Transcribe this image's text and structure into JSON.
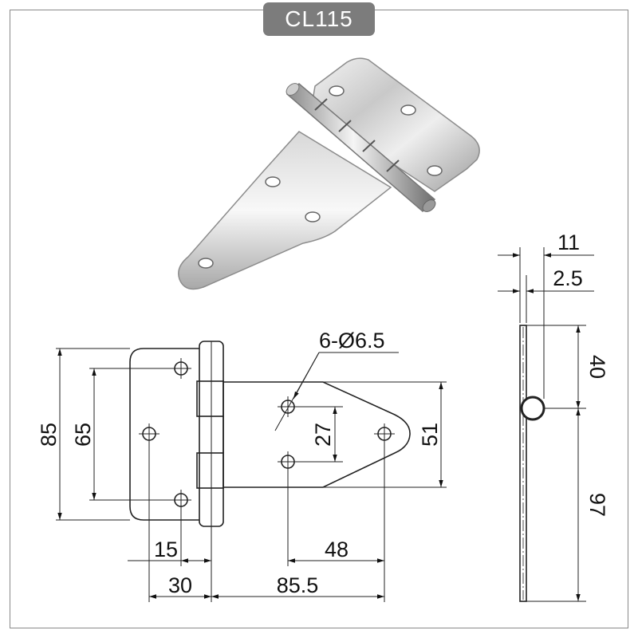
{
  "product": {
    "model": "CL115"
  },
  "dimensions": {
    "total_height": "85",
    "hole_spacing_leaf": "65",
    "hole_spec": "6-Ø6.5",
    "strap_hole_spacing": "27",
    "strap_width": "51",
    "hole_offset": "15",
    "leaf_width": "30",
    "strap_length": "85.5",
    "strap_hole_distance": "48",
    "side_thickness": "11",
    "plate_thickness": "2.5",
    "side_top": "40",
    "side_bottom": "97"
  }
}
